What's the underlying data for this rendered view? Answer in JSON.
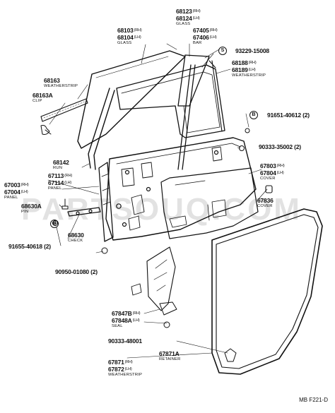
{
  "watermark": "PARTSOUQ.COM",
  "diagram_ref": "MB F221-D",
  "labels": {
    "p68123": {
      "num": "68123",
      "sfx": "(RH)"
    },
    "p68124": {
      "num": "68124",
      "sfx": "(LH)",
      "sub": "GLASS"
    },
    "p68103": {
      "num": "68103",
      "sfx": "(RH)"
    },
    "p68104": {
      "num": "68104",
      "sfx": "(LH)",
      "sub": "GLASS"
    },
    "p67405": {
      "num": "67405",
      "sfx": "(RH)"
    },
    "p67406": {
      "num": "67406",
      "sfx": "(LH)",
      "sub": "BAR"
    },
    "p93229": {
      "num": "93229-15008",
      "marker": "S"
    },
    "p68163": {
      "num": "68163",
      "sub": "WEATHERSTRIP"
    },
    "p68163A": {
      "num": "68163A",
      "sub": "CLIP"
    },
    "p68188": {
      "num": "68188",
      "sfx": "(RH)"
    },
    "p68189": {
      "num": "68189",
      "sfx": "(LH)",
      "sub": "WEATHERSTRIP"
    },
    "p91651": {
      "num": "91651-40612 (2)",
      "marker": "B"
    },
    "p90333a": {
      "num": "90333-35002 (2)"
    },
    "p68142": {
      "num": "68142",
      "sub": "RUN"
    },
    "p67113": {
      "num": "67113",
      "sfx": "(RH)"
    },
    "p67114": {
      "num": "67114",
      "sfx": "(LH)",
      "sub": "PANEL"
    },
    "p67003": {
      "num": "67003",
      "sfx": "(RH)"
    },
    "p67004": {
      "num": "67004",
      "sfx": "(LH)",
      "sub": "PANEL"
    },
    "p67803": {
      "num": "67803",
      "sfx": "(RH)"
    },
    "p67804": {
      "num": "67804",
      "sfx": "(LH)",
      "sub": "COVER"
    },
    "p68630A": {
      "num": "68630A",
      "sub": "PIN"
    },
    "p67836": {
      "num": "67836",
      "sub": "COVER"
    },
    "p68630": {
      "num": "68630",
      "sub": "CHECK"
    },
    "p91655": {
      "num": "91655-40618 (2)",
      "marker": "B"
    },
    "p90950": {
      "num": "90950-01080 (2)"
    },
    "p67847B": {
      "num": "67847B",
      "sfx": "(RH)"
    },
    "p67848A": {
      "num": "67848A",
      "sfx": "(LH)",
      "sub": "SEAL"
    },
    "p90333b": {
      "num": "90333-48001"
    },
    "p67871A": {
      "num": "67871A",
      "sub": "RETAINER"
    },
    "p67871": {
      "num": "67871",
      "sfx": "(RH)"
    },
    "p67872": {
      "num": "67872",
      "sfx": "(LH)",
      "sub": "WEATHERSTRIP"
    }
  }
}
